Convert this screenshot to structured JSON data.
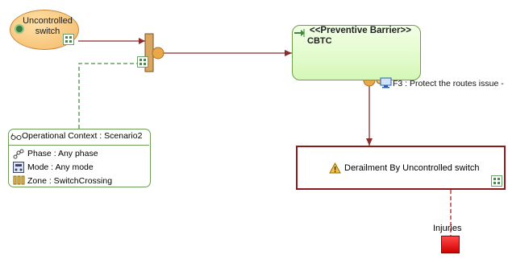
{
  "hazard": {
    "label_line1": "Uncontrolled",
    "label_line2": "switch"
  },
  "barrier": {
    "stereotype": "<<Preventive Barrier>>",
    "name": "CBTC"
  },
  "barrier_function": {
    "label": "F3 : Protect the routes issue -"
  },
  "operational_context": {
    "title": "Operational Context : Scenario2",
    "rows": [
      {
        "label": "Phase : Any phase",
        "icon": "phase-icon"
      },
      {
        "label": "Mode : Any mode",
        "icon": "mode-icon"
      },
      {
        "label": "Zone : SwitchCrossing",
        "icon": "zone-icon"
      }
    ]
  },
  "event": {
    "label": "Derailment By Uncontrolled switch",
    "icon": "warning-icon"
  },
  "consequence": {
    "label": "Injuries"
  },
  "colors": {
    "hazard_fill": "#f7c47a",
    "barrier_fill": "#d6f7b8",
    "event_border": "#8b1a1a",
    "consequence_fill": "#e00000",
    "solid_link": "#8b2b2b",
    "dashed_link": "#3f9a3f"
  }
}
